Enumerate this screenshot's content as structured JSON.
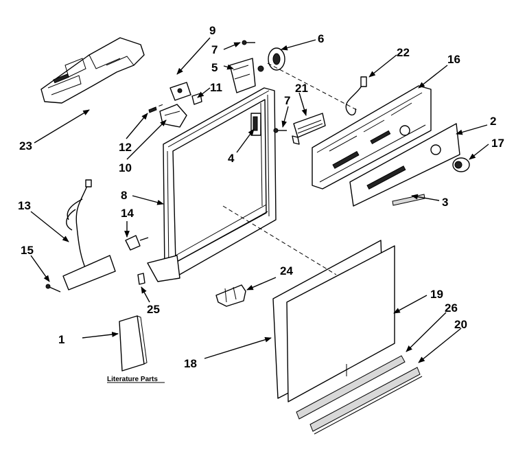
{
  "callouts": [
    "1",
    "2",
    "3",
    "4",
    "5",
    "6",
    "7",
    "7",
    "8",
    "9",
    "10",
    "11",
    "12",
    "13",
    "14",
    "15",
    "16",
    "17",
    "18",
    "19",
    "20",
    "21",
    "22",
    "23",
    "24",
    "25",
    "26"
  ],
  "literature_caption": "Literature Parts"
}
